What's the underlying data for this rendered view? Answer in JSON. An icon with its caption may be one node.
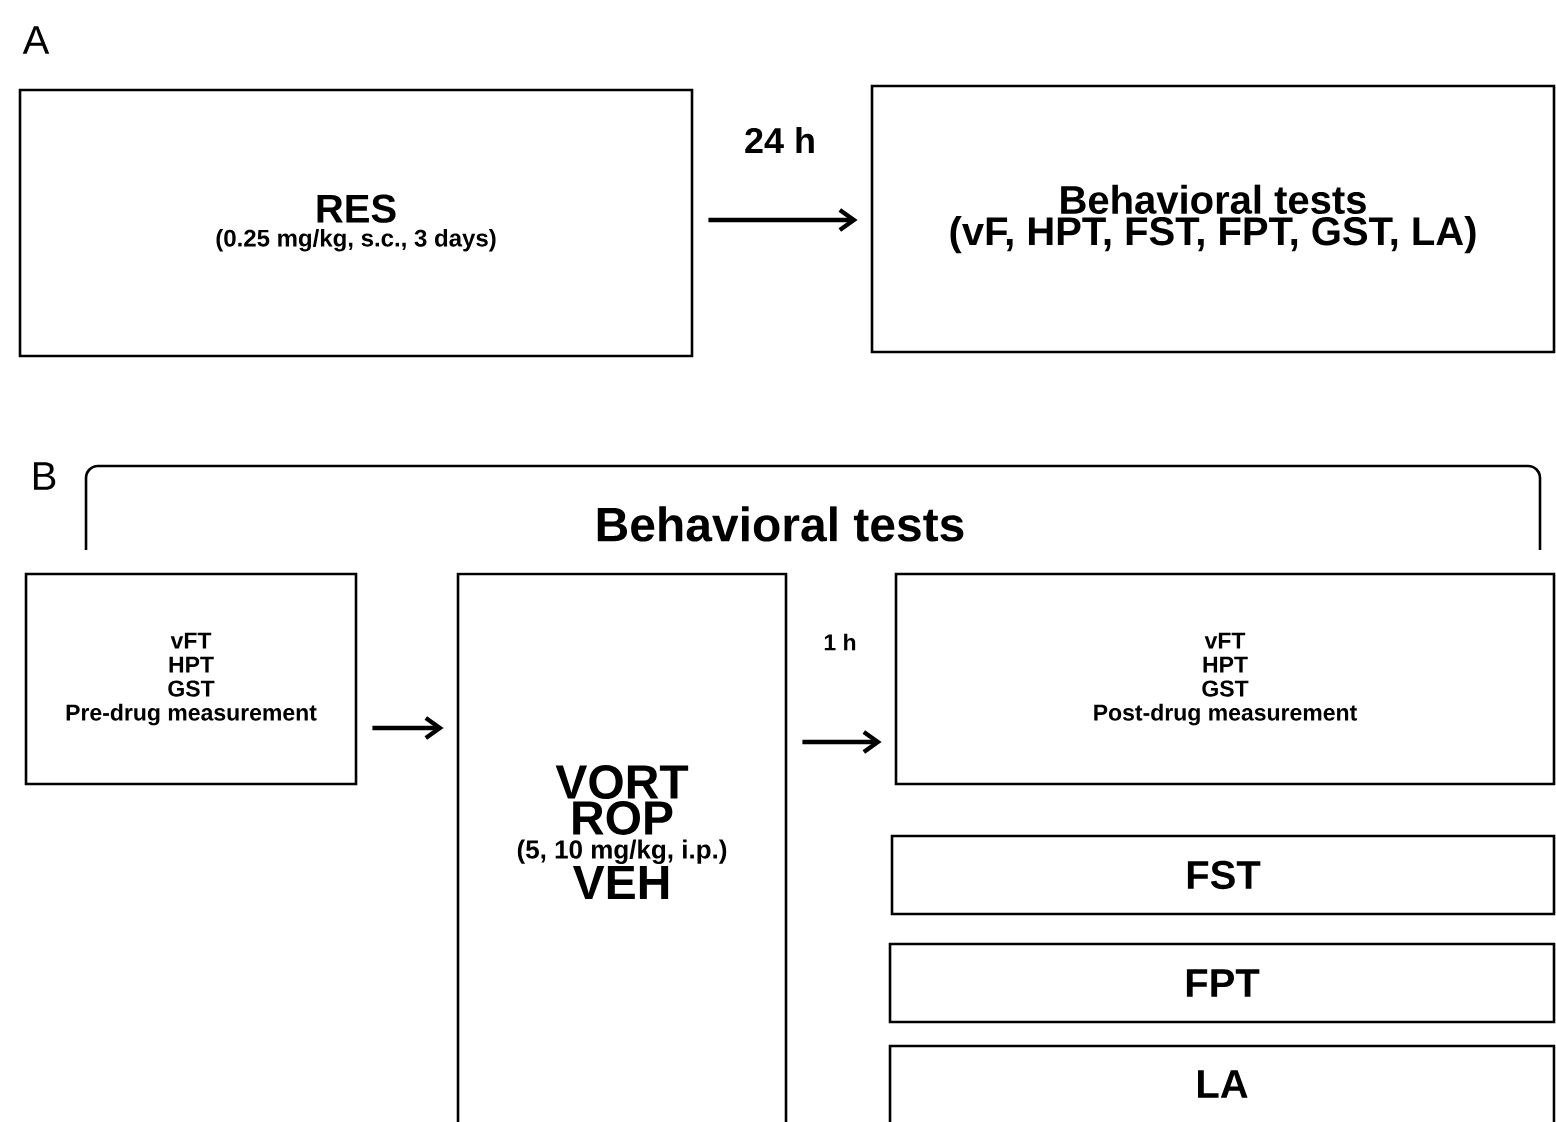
{
  "diagram": {
    "nodes": [
      {
        "text": [
          "RES",
          "(0.25 mg/kg, s.c., 3 days)"
        ]
      },
      {
        "text": [
          "Behavioral tests",
          "(vF, HPT, FST, FPT, GST, LA)"
        ]
      },
      {
        "text": [
          "vFT",
          "HPT",
          "GST",
          "Pre-drug measurement"
        ]
      },
      {
        "text": [
          "VORT",
          "ROP",
          "(5, 10 mg/kg, i.p.)",
          "VEH"
        ]
      },
      {
        "text": [
          "vFT",
          "HPT",
          "GST",
          "Post-drug  measurement"
        ]
      },
      {
        "text": [
          "FST"
        ]
      },
      {
        "text": [
          "FPT"
        ]
      },
      {
        "text": [
          "LA"
        ]
      }
    ],
    "edges": [
      {
        "from": 0,
        "to": 1,
        "arrow": "to",
        "label": "24 h"
      },
      {
        "from": 2,
        "to": 3,
        "arrow": "to"
      },
      {
        "from": 3,
        "to": 4,
        "arrow": "to",
        "label": "1 h"
      }
    ],
    "labels": [
      "A",
      "B",
      "Behavioral tests"
    ]
  }
}
